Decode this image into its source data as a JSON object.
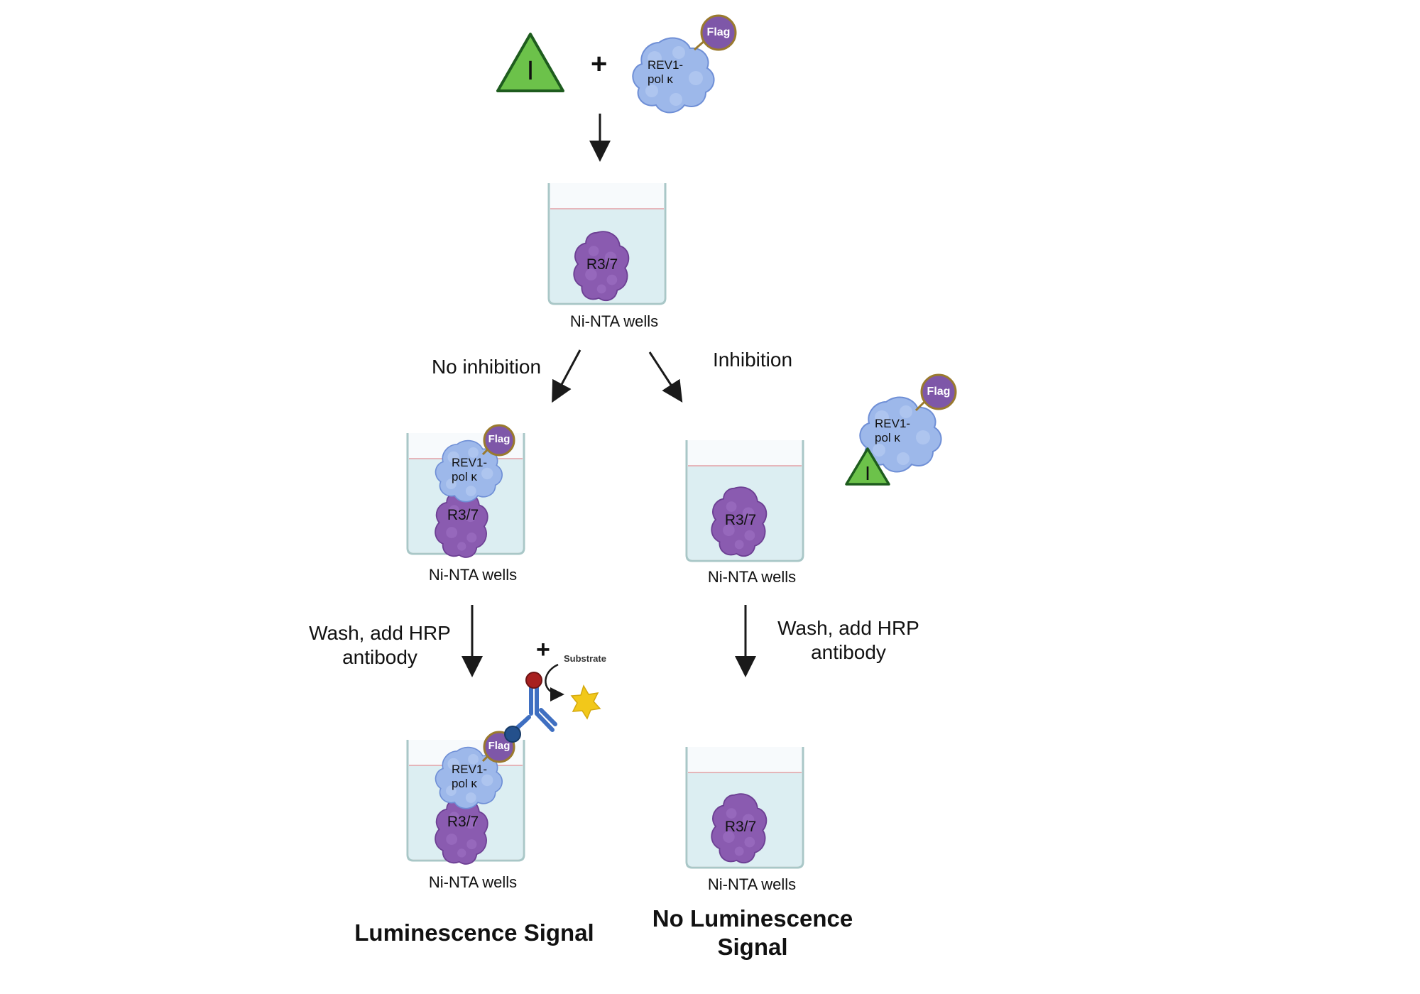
{
  "reagents": {
    "inhibitor_symbol": "I",
    "plus": "+",
    "enzyme_label_line1": "REV1-",
    "enzyme_label_line2": "pol κ",
    "tag_label": "Flag",
    "bait_label": "R3/7"
  },
  "wells": {
    "label": "Ni-NTA wells"
  },
  "branches": {
    "left": "No inhibition",
    "right": "Inhibition"
  },
  "steps": {
    "wash_line1": "Wash, add HRP",
    "wash_line2": "antibody"
  },
  "detection": {
    "plus": "+",
    "substrate_label": "Substrate"
  },
  "results": {
    "left": "Luminescence Signal",
    "right_line1": "No Luminescence",
    "right_line2": "Signal"
  },
  "colors": {
    "inhibitor_fill": "#6cc24a",
    "inhibitor_stroke": "#1e5c1e",
    "enzyme_fill": "#9db8ea",
    "enzyme_stroke": "#6f8fd6",
    "bait_fill": "#8a5bb0",
    "bait_stroke": "#6c3f93",
    "flag_fill": "#7e57a8",
    "flag_stroke": "#9a7a2e",
    "well_liquid": "#dceef2",
    "well_border": "#a9c7c7",
    "meniscus": "#e3a0a5",
    "arrow": "#1a1a1a",
    "antibody": "#3f6fc1",
    "hrp_bead": "#a82020",
    "conjugate_bead": "#24508c",
    "product_star": "#f2c81a"
  }
}
